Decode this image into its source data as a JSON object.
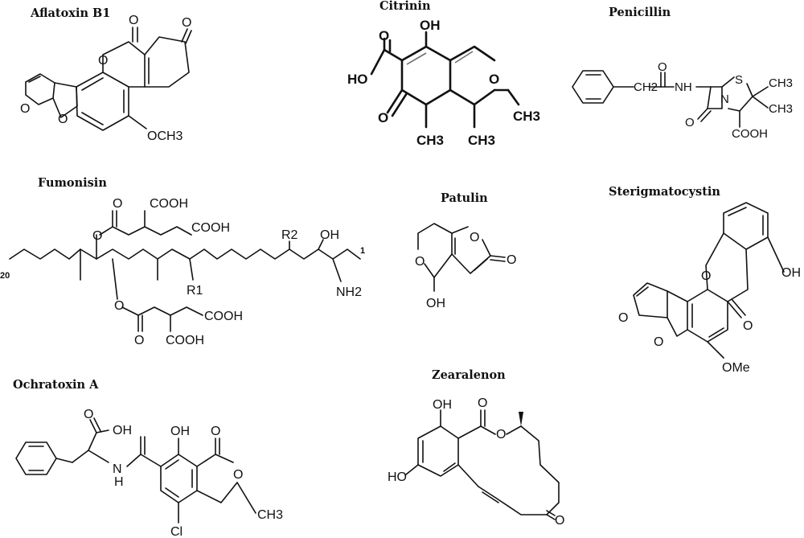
{
  "structures": {
    "aflatoxin": {
      "name": "Aflatoxin B1",
      "labels": [
        "O",
        "O",
        "O",
        "O",
        "O",
        "OCH3"
      ]
    },
    "citrinin": {
      "name": "Citrinin",
      "labels": [
        "O",
        "OH",
        "HO",
        "O",
        "O",
        "CH3",
        "CH3",
        "CH3"
      ]
    },
    "penicillin": {
      "name": "Penicillin",
      "labels": [
        "O",
        "CH2",
        "NH",
        "S",
        "CH3",
        "CH3",
        "N",
        "O",
        "COOH"
      ]
    },
    "fumonisin": {
      "name": "Fumonisin",
      "labels": [
        "O",
        "COOH",
        "COOH",
        "O",
        "R2",
        "OH",
        "1",
        "20",
        "R1",
        "NH2",
        "O",
        "O",
        "COOH",
        "COOH"
      ]
    },
    "patulin": {
      "name": "Patulin",
      "labels": [
        "O",
        "O",
        "O",
        "OH"
      ]
    },
    "sterigmatocystin": {
      "name": "Sterigmatocystin",
      "labels": [
        "O",
        "OH",
        "O",
        "O",
        "O",
        "OMe"
      ]
    },
    "ochratoxin": {
      "name": "Ochratoxin A",
      "labels": [
        "OH",
        "O",
        "OH",
        "O",
        "O",
        "N",
        "H",
        "CH3",
        "Cl"
      ]
    },
    "zearalenon": {
      "name": "Zearalenon",
      "labels": [
        "OH",
        "O",
        "O",
        "HO",
        "O"
      ]
    }
  }
}
